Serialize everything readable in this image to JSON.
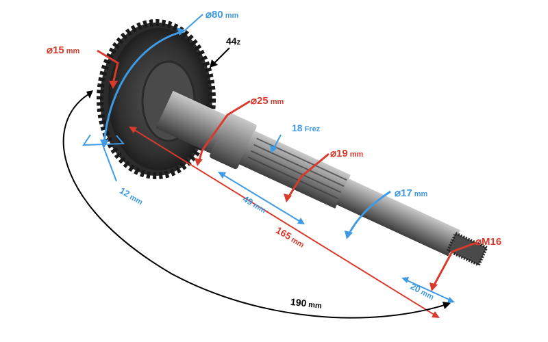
{
  "colors": {
    "red": "#d83a2c",
    "blue": "#3f9ae4",
    "black": "#000000",
    "metal_dark": "#3a3a3a",
    "metal_mid": "#6e6e6e",
    "metal_light": "#b5b5b5"
  },
  "icon": "diameter-icon",
  "dimensions": {
    "gear_diameter": {
      "value": "80",
      "unit": "mm"
    },
    "teeth": {
      "value": "44",
      "suffix": "z"
    },
    "bore_diameter": {
      "value": "15",
      "unit": "mm"
    },
    "collar_diameter": {
      "value": "25",
      "unit": "mm"
    },
    "spline": {
      "value": "18",
      "unit": "Frez"
    },
    "spline_diameter": {
      "value": "19",
      "unit": "mm"
    },
    "shaft_diameter": {
      "value": "17",
      "unit": "mm"
    },
    "thread": {
      "value": "M16"
    },
    "hub_width": {
      "value": "12",
      "unit": "mm"
    },
    "spline_length": {
      "value": "49",
      "unit": "mm"
    },
    "shaft_length": {
      "value": "165",
      "unit": "mm"
    },
    "thread_length": {
      "value": "20",
      "unit": "mm"
    },
    "total_length": {
      "value": "190",
      "unit": "mm"
    }
  }
}
